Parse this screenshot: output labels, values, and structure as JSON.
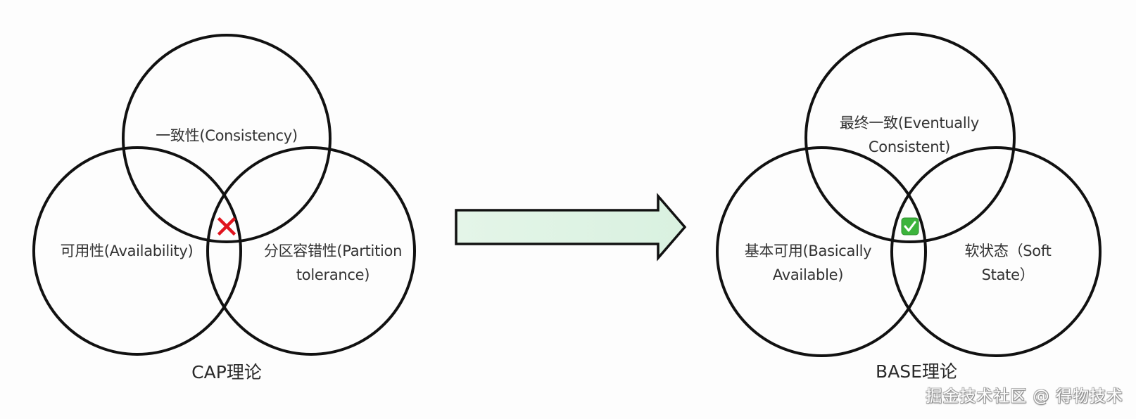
{
  "colors": {
    "circle_stroke": "#111111",
    "text": "#333333",
    "arrow_fill": "#dff3e4",
    "arrow_stroke": "#111111",
    "cross": "#e0141e",
    "check_bg": "#3cb43c",
    "check_mark": "#ffffff"
  },
  "cap": {
    "title": "CAP理论",
    "circles": [
      {
        "id": "consistency",
        "label_lines": [
          "一致性(Consistency)"
        ]
      },
      {
        "id": "availability",
        "label_lines": [
          "可用性(Availability)"
        ]
      },
      {
        "id": "partition",
        "label_lines": [
          "分区容错性(Partition",
          "tolerance)"
        ]
      }
    ],
    "intersection_icon": "cross-icon"
  },
  "transition_arrow": {
    "direction": "right",
    "icon": "arrow-right-icon"
  },
  "base": {
    "title": "BASE理论",
    "circles": [
      {
        "id": "eventually-consistent",
        "label_lines": [
          "最终一致(Eventually",
          "Consistent)"
        ]
      },
      {
        "id": "basically-available",
        "label_lines": [
          "基本可用(Basically",
          "Available)"
        ]
      },
      {
        "id": "soft-state",
        "label_lines": [
          "软状态（Soft",
          "State）"
        ]
      }
    ],
    "intersection_icon": "check-icon"
  },
  "watermark": "掘金技术社区 @ 得物技术"
}
